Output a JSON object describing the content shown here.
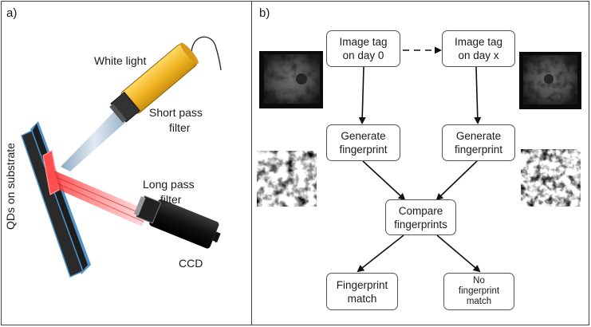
{
  "panel_a": {
    "label": "a)",
    "white_light": "White light",
    "short_pass_line1": "Short pass",
    "short_pass_line2": "filter",
    "long_pass_line1": "Long pass",
    "long_pass_line2": "filter",
    "ccd": "CCD",
    "substrate": "QDs on substrate"
  },
  "panel_b": {
    "label": "b)",
    "boxes": {
      "tag0": [
        "Image tag",
        "on day 0"
      ],
      "tagx": [
        "Image tag",
        "on day x"
      ],
      "gen_left": [
        "Generate",
        "fingerprint"
      ],
      "gen_right": [
        "Generate",
        "fingerprint"
      ],
      "compare": [
        "Compare",
        "fingerprints"
      ],
      "match": [
        "Fingerprint",
        "match"
      ],
      "nomatch": [
        "No",
        "fingerprint",
        "match"
      ]
    }
  },
  "colors": {
    "flashlight_body": "#f0b323",
    "substrate": "#1d1d1d",
    "substrate_edge": "#4f93c8",
    "qd_spot": "#ff4f4f",
    "laser_glow": "#e04040",
    "light_beam": "#9fb8cc"
  }
}
